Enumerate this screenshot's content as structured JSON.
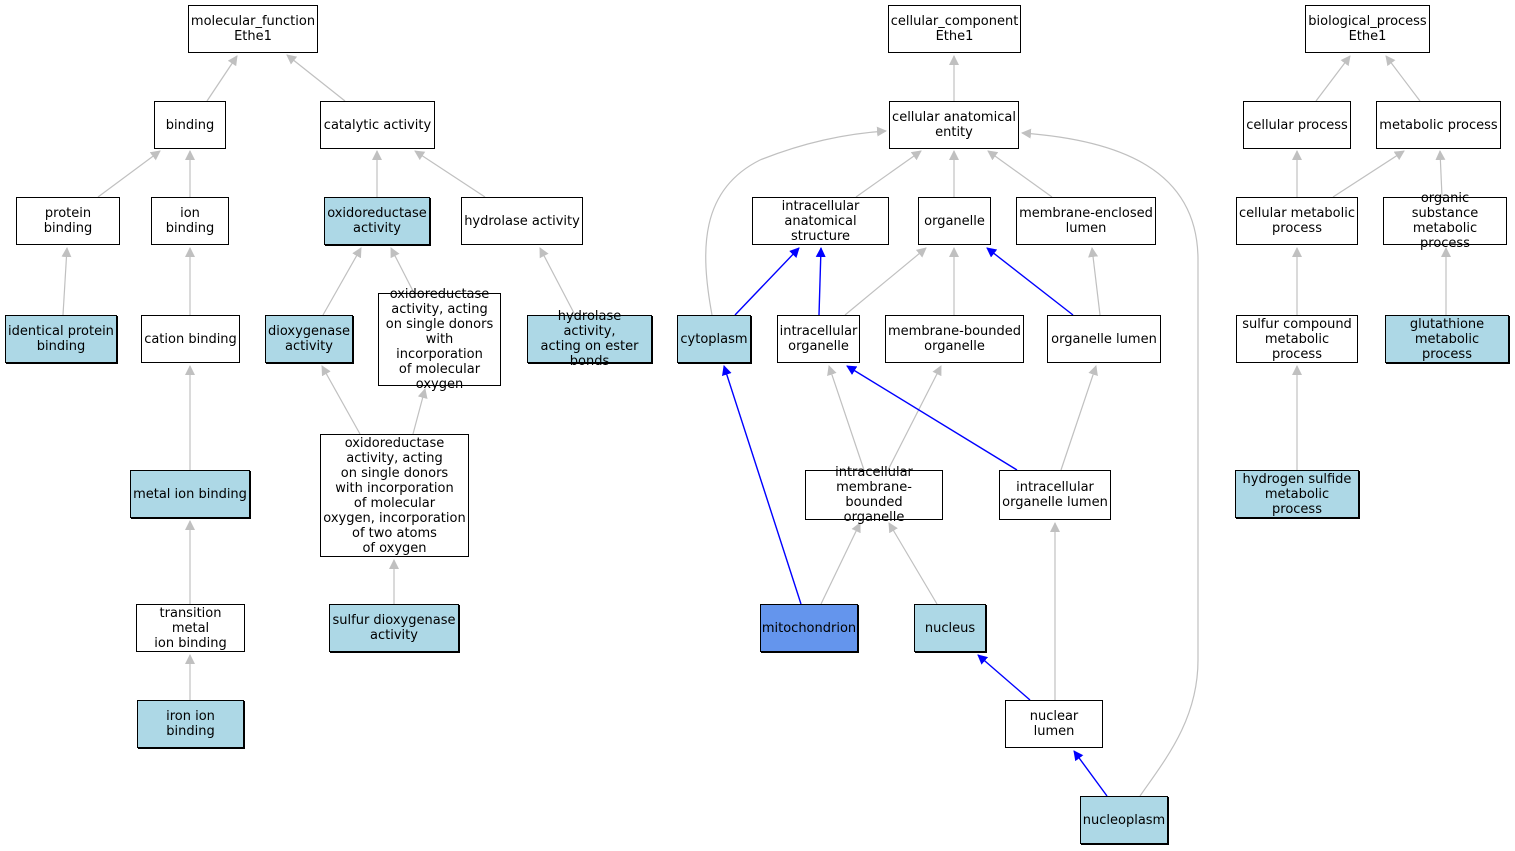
{
  "colors": {
    "light": "#add8e6",
    "dark": "#6495ed",
    "edge_gray": "#c0c0c0",
    "edge_blue": "#0000ff"
  },
  "nodes": [
    {
      "id": "mf",
      "label": "molecular_function\nEthe1",
      "style": "white"
    },
    {
      "id": "binding",
      "label": "binding",
      "style": "white"
    },
    {
      "id": "catalytic",
      "label": "catalytic activity",
      "style": "white"
    },
    {
      "id": "protein_binding",
      "label": "protein binding",
      "style": "white"
    },
    {
      "id": "ion_binding",
      "label": "ion binding",
      "style": "white"
    },
    {
      "id": "oxidoreductase",
      "label": "oxidoreductase\nactivity",
      "style": "light"
    },
    {
      "id": "hydrolase",
      "label": "hydrolase activity",
      "style": "white"
    },
    {
      "id": "identical_protein",
      "label": "identical protein\nbinding",
      "style": "light"
    },
    {
      "id": "cation_binding",
      "label": "cation binding",
      "style": "white"
    },
    {
      "id": "dioxygenase",
      "label": "dioxygenase\nactivity",
      "style": "light"
    },
    {
      "id": "oxido_single",
      "label": "oxidoreductase\nactivity, acting\non single donors\nwith incorporation\nof molecular\noxygen",
      "style": "white"
    },
    {
      "id": "hydrolase_ester",
      "label": "hydrolase activity,\nacting on ester\nbonds",
      "style": "light"
    },
    {
      "id": "oxido_two",
      "label": "oxidoreductase\nactivity, acting\non single donors\nwith incorporation\nof molecular\noxygen, incorporation\nof two atoms\nof oxygen",
      "style": "white"
    },
    {
      "id": "metal_ion",
      "label": "metal ion binding",
      "style": "light"
    },
    {
      "id": "sulfur_dioxygenase",
      "label": "sulfur dioxygenase\nactivity",
      "style": "light"
    },
    {
      "id": "transition_metal",
      "label": "transition metal\nion binding",
      "style": "white"
    },
    {
      "id": "iron_ion",
      "label": "iron ion binding",
      "style": "light"
    },
    {
      "id": "cc",
      "label": "cellular_component\nEthe1",
      "style": "white"
    },
    {
      "id": "cae",
      "label": "cellular anatomical\nentity",
      "style": "white"
    },
    {
      "id": "ias",
      "label": "intracellular\nanatomical structure",
      "style": "white"
    },
    {
      "id": "organelle",
      "label": "organelle",
      "style": "white"
    },
    {
      "id": "mel",
      "label": "membrane-enclosed\nlumen",
      "style": "white"
    },
    {
      "id": "cytoplasm",
      "label": "cytoplasm",
      "style": "light"
    },
    {
      "id": "io",
      "label": "intracellular\norganelle",
      "style": "white"
    },
    {
      "id": "mbo",
      "label": "membrane-bounded\norganelle",
      "style": "white"
    },
    {
      "id": "ol",
      "label": "organelle lumen",
      "style": "white"
    },
    {
      "id": "imbo",
      "label": "intracellular\nmembrane-bounded\norganelle",
      "style": "white"
    },
    {
      "id": "iol",
      "label": "intracellular\norganelle lumen",
      "style": "white"
    },
    {
      "id": "mito",
      "label": "mitochondrion",
      "style": "dark"
    },
    {
      "id": "nucleus",
      "label": "nucleus",
      "style": "light"
    },
    {
      "id": "nuclear_lumen",
      "label": "nuclear lumen",
      "style": "white"
    },
    {
      "id": "nucleoplasm",
      "label": "nucleoplasm",
      "style": "light"
    },
    {
      "id": "bp",
      "label": "biological_process\nEthe1",
      "style": "white"
    },
    {
      "id": "cellular_process",
      "label": "cellular process",
      "style": "white"
    },
    {
      "id": "metabolic_process",
      "label": "metabolic process",
      "style": "white"
    },
    {
      "id": "cmp",
      "label": "cellular metabolic\nprocess",
      "style": "white"
    },
    {
      "id": "osmp",
      "label": "organic substance\nmetabolic process",
      "style": "white"
    },
    {
      "id": "scmp",
      "label": "sulfur compound\nmetabolic process",
      "style": "white"
    },
    {
      "id": "gmp",
      "label": "glutathione\nmetabolic process",
      "style": "light"
    },
    {
      "id": "hsmp",
      "label": "hydrogen sulfide\nmetabolic process",
      "style": "light"
    }
  ],
  "edges": [
    {
      "from": "binding",
      "to": "mf",
      "color": "gray"
    },
    {
      "from": "catalytic",
      "to": "mf",
      "color": "gray"
    },
    {
      "from": "protein_binding",
      "to": "binding",
      "color": "gray"
    },
    {
      "from": "ion_binding",
      "to": "binding",
      "color": "gray"
    },
    {
      "from": "oxidoreductase",
      "to": "catalytic",
      "color": "gray"
    },
    {
      "from": "hydrolase",
      "to": "catalytic",
      "color": "gray"
    },
    {
      "from": "identical_protein",
      "to": "protein_binding",
      "color": "gray"
    },
    {
      "from": "cation_binding",
      "to": "ion_binding",
      "color": "gray"
    },
    {
      "from": "dioxygenase",
      "to": "oxidoreductase",
      "color": "gray"
    },
    {
      "from": "oxido_single",
      "to": "oxidoreductase",
      "color": "gray"
    },
    {
      "from": "hydrolase_ester",
      "to": "hydrolase",
      "color": "gray"
    },
    {
      "from": "metal_ion",
      "to": "cation_binding",
      "color": "gray"
    },
    {
      "from": "oxido_two",
      "to": "dioxygenase",
      "color": "gray"
    },
    {
      "from": "oxido_two",
      "to": "oxido_single",
      "color": "gray"
    },
    {
      "from": "transition_metal",
      "to": "metal_ion",
      "color": "gray"
    },
    {
      "from": "sulfur_dioxygenase",
      "to": "oxido_two",
      "color": "gray"
    },
    {
      "from": "iron_ion",
      "to": "transition_metal",
      "color": "gray"
    },
    {
      "from": "cae",
      "to": "cc",
      "color": "gray"
    },
    {
      "from": "ias",
      "to": "cae",
      "color": "gray"
    },
    {
      "from": "organelle",
      "to": "cae",
      "color": "gray"
    },
    {
      "from": "mel",
      "to": "cae",
      "color": "gray"
    },
    {
      "from": "cytoplasm",
      "to": "cae",
      "color": "gray",
      "curve": "cyto"
    },
    {
      "from": "nucleoplasm",
      "to": "cae",
      "color": "gray",
      "curve": "nucleo"
    },
    {
      "from": "cytoplasm",
      "to": "ias",
      "color": "blue"
    },
    {
      "from": "io",
      "to": "ias",
      "color": "blue"
    },
    {
      "from": "io",
      "to": "organelle",
      "color": "gray"
    },
    {
      "from": "mbo",
      "to": "organelle",
      "color": "gray"
    },
    {
      "from": "ol",
      "to": "organelle",
      "color": "blue"
    },
    {
      "from": "ol",
      "to": "mel",
      "color": "gray"
    },
    {
      "from": "imbo",
      "to": "io",
      "color": "gray"
    },
    {
      "from": "imbo",
      "to": "mbo",
      "color": "gray"
    },
    {
      "from": "iol",
      "to": "io",
      "color": "blue"
    },
    {
      "from": "iol",
      "to": "ol",
      "color": "gray"
    },
    {
      "from": "mito",
      "to": "cytoplasm",
      "color": "blue"
    },
    {
      "from": "mito",
      "to": "imbo",
      "color": "gray"
    },
    {
      "from": "nucleus",
      "to": "imbo",
      "color": "gray"
    },
    {
      "from": "nuclear_lumen",
      "to": "iol",
      "color": "gray"
    },
    {
      "from": "nuclear_lumen",
      "to": "nucleus",
      "color": "blue"
    },
    {
      "from": "nucleoplasm",
      "to": "nuclear_lumen",
      "color": "blue"
    },
    {
      "from": "cellular_process",
      "to": "bp",
      "color": "gray"
    },
    {
      "from": "metabolic_process",
      "to": "bp",
      "color": "gray"
    },
    {
      "from": "cmp",
      "to": "cellular_process",
      "color": "gray"
    },
    {
      "from": "cmp",
      "to": "metabolic_process",
      "color": "gray"
    },
    {
      "from": "osmp",
      "to": "metabolic_process",
      "color": "gray"
    },
    {
      "from": "scmp",
      "to": "cmp",
      "color": "gray"
    },
    {
      "from": "gmp",
      "to": "osmp",
      "color": "gray"
    },
    {
      "from": "hsmp",
      "to": "scmp",
      "color": "gray"
    }
  ]
}
